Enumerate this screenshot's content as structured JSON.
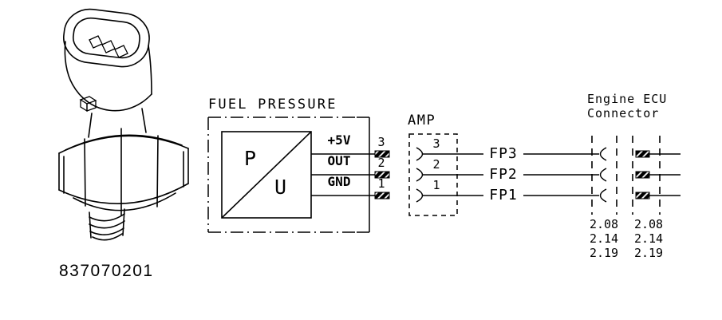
{
  "colors": {
    "ink": "#000000",
    "background": "#ffffff"
  },
  "sensor": {
    "part_number": "837070201"
  },
  "fuel_pressure": {
    "title": "FUEL PRESSURE",
    "symbol_p": "P",
    "symbol_u": "U",
    "pins": [
      {
        "label": "+5V",
        "number": "3"
      },
      {
        "label": "OUT",
        "number": "2"
      },
      {
        "label": "GND",
        "number": "1"
      }
    ]
  },
  "amp_connector": {
    "title": "AMP",
    "pins": [
      {
        "number": "3"
      },
      {
        "number": "2"
      },
      {
        "number": "1"
      }
    ]
  },
  "signals": [
    "FP3",
    "FP2",
    "FP1"
  ],
  "ecu_connector": {
    "title_line1": "Engine ECU",
    "title_line2": "Connector",
    "harness_pins": [
      "2.08",
      "2.14",
      "2.19"
    ],
    "ecu_pins": [
      "2.08",
      "2.14",
      "2.19"
    ]
  }
}
